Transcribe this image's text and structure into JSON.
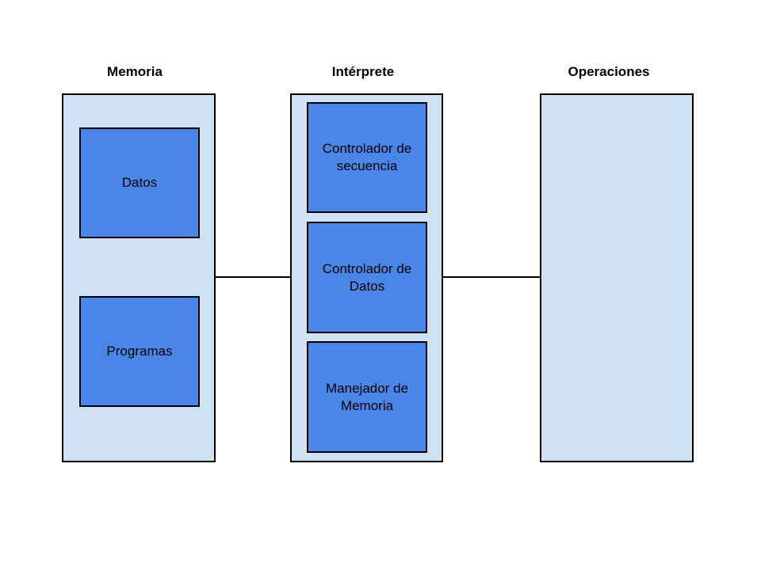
{
  "colors": {
    "panel_fill": "#cfe2f3",
    "box_fill": "#4a86e8",
    "stroke": "#000000",
    "text": "#000000"
  },
  "columns": {
    "memoria": {
      "title": "Memoria",
      "boxes": [
        {
          "label": "Datos"
        },
        {
          "label": "Programas"
        }
      ]
    },
    "interprete": {
      "title": "Intérprete",
      "boxes": [
        {
          "label": "Controlador de\nsecuencia"
        },
        {
          "label": "Controlador de\nDatos"
        },
        {
          "label": "Manejador de\nMemoria"
        }
      ]
    },
    "operaciones": {
      "title": "Operaciones",
      "boxes": []
    }
  }
}
